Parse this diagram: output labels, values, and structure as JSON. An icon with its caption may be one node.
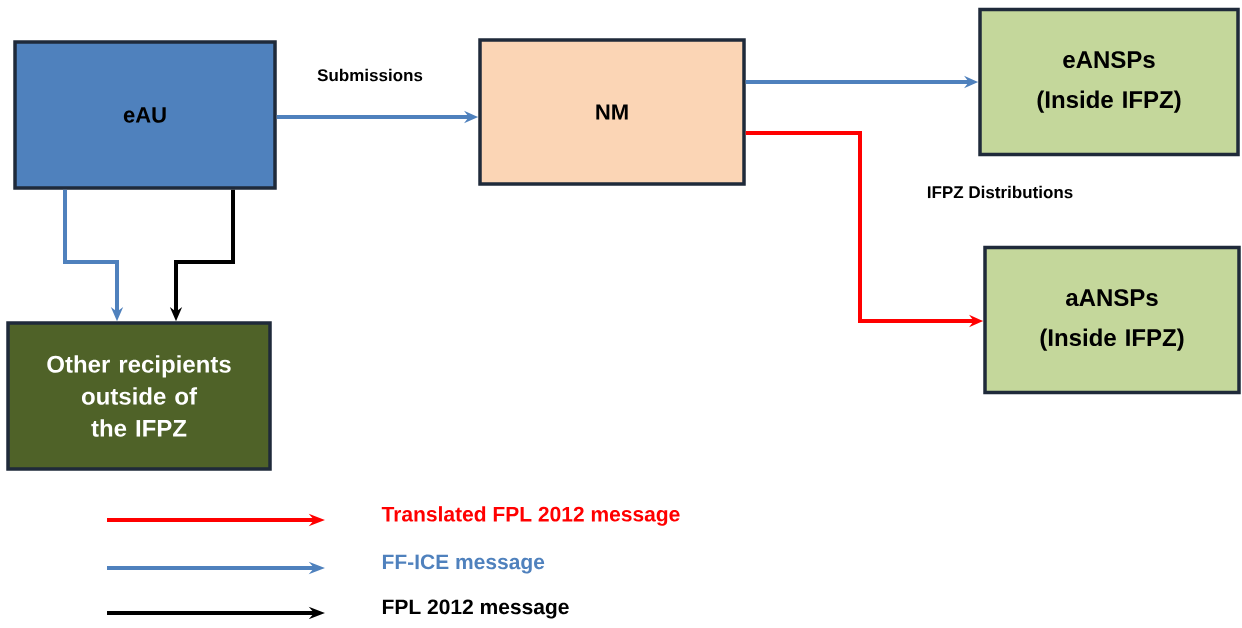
{
  "diagram": {
    "nodes": [
      {
        "text": [
          "eAU"
        ]
      },
      {
        "text": [
          "NM"
        ]
      },
      {
        "text": [
          "eANSPs",
          "(Inside IFPZ)"
        ]
      },
      {
        "text": [
          "aANSPs",
          "(Inside IFPZ)"
        ]
      },
      {
        "text": [
          "Other recipients outside of the IFPZ"
        ]
      }
    ],
    "edges": [
      {
        "from": 0,
        "to": 1,
        "arrow": "to",
        "label": "Submissions"
      },
      {
        "from": 1,
        "to": 2,
        "arrow": "to"
      },
      {
        "from": 1,
        "to": 3,
        "arrow": "to",
        "label": "IFPZ Distributions",
        "color": "#ff0000"
      },
      {
        "from": 0,
        "to": 4,
        "arrow": "to"
      },
      {
        "from": 0,
        "to": 4,
        "arrow": "to",
        "color": "#000000"
      }
    ],
    "legend": [
      {
        "text": "Translated FPL 2012 message"
      },
      {
        "text": "FF-ICE message"
      },
      {
        "text": "FPL 2012  message"
      }
    ]
  }
}
